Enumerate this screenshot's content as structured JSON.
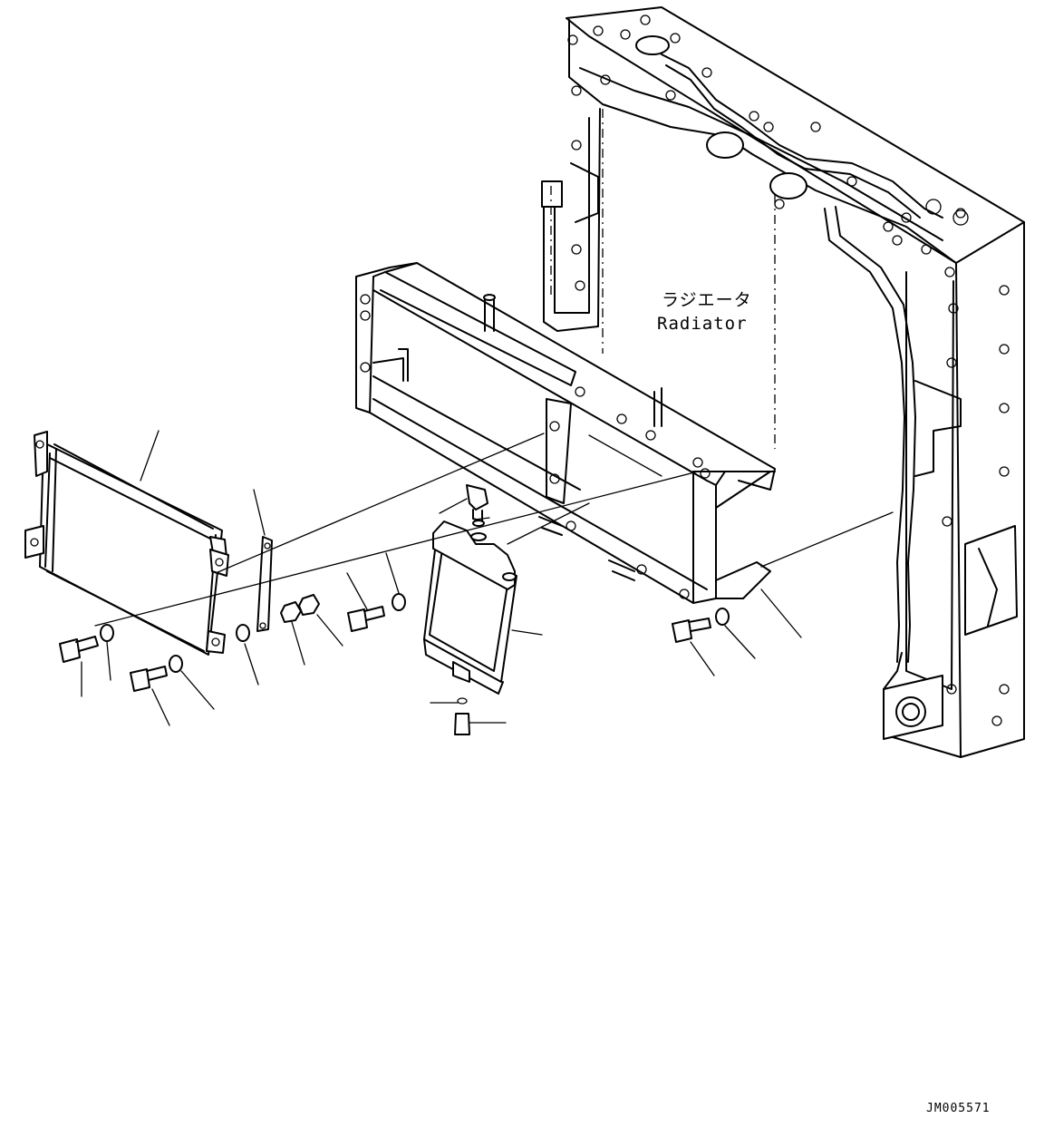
{
  "labels": {
    "radiator_jp": "ラジエータ",
    "radiator_en": "Radiator"
  },
  "drawing_code": "JM005571"
}
